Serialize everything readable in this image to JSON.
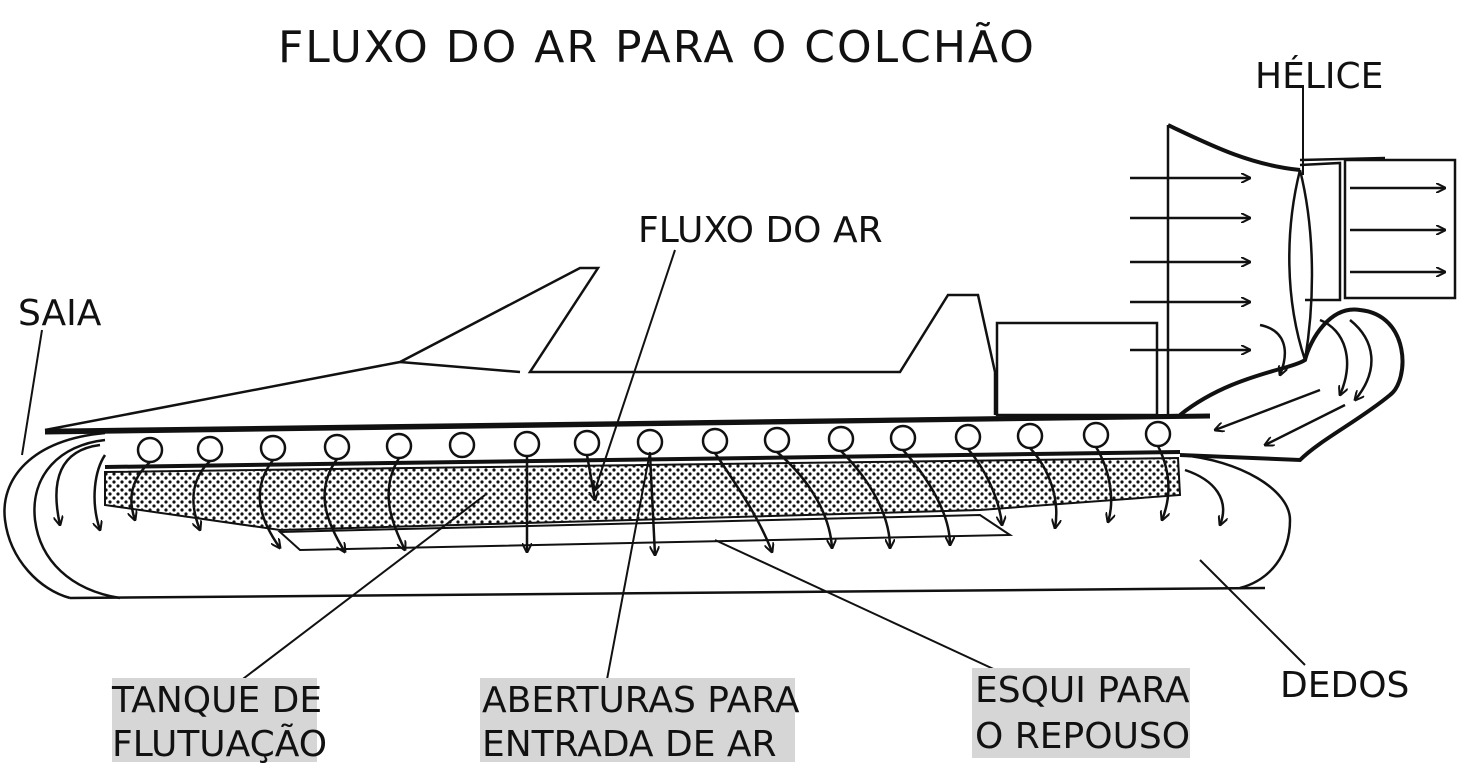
{
  "title": "FLUXO DO AR PARA O COLCHÃO",
  "labels": {
    "helice": "HÉLICE",
    "fluxo_ar": "FLUXO DO AR",
    "saia": "SAIA",
    "tanque_line1": "TANQUE DE",
    "tanque_line2": "FLUTUAÇÃO",
    "aberturas_line1": "ABERTURAS PARA",
    "aberturas_line2": "ENTRADA DE AR",
    "esqui_line1": "ESQUI PARA",
    "esqui_line2": "O REPOUSO",
    "dedos": "DEDOS"
  },
  "colors": {
    "ink": "#111111",
    "label_highlight": "#d6d6d6",
    "paper": "#ffffff"
  }
}
